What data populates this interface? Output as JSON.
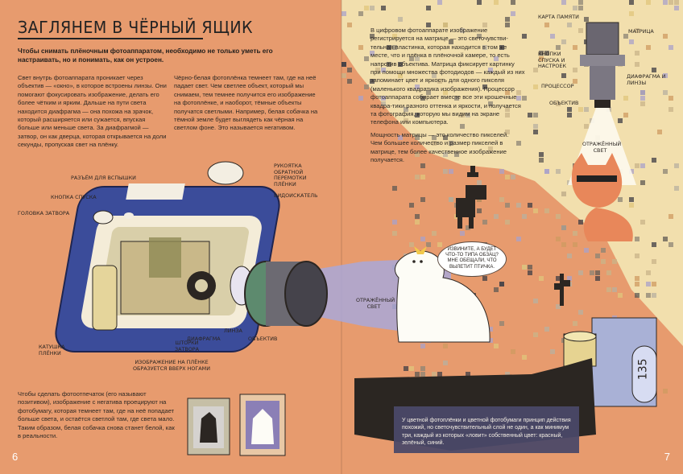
{
  "page": {
    "title": "ЗАГЛЯНЕМ В ЧЁРНЫЙ ЯЩИК",
    "lead": "Чтобы снимать плёночным фотоаппаратом, необходимо не только уметь его настраивать, но и понимать, как он устроен.",
    "col1": "Свет внутрь фотоаппарата проникает через объектив — «окно», в которое встроены линзы. Они помогают фокусировать изображение, делать его более чётким и ярким. Дальше на пути света находится диафрагма — она похожа на зрачок, который расширяется или сужается, впуская больше или меньше света. За диафрагмой — затвор, он как дверца, которая открывается на доли секунды, пропуская свет на плёнку.",
    "col2": "Чёрно-белая фотоплёнка темнеет там, где на неё падает свет. Чем светлее объект, который мы снимаем, тем темнее получится его изображение на фотоплёнке, и наоборот, тёмные объекты получатся светлыми. Например, белая собачка на тёмной земле будет выглядеть как чёрная на светлом фоне. Это называется негативом.",
    "col_right": "В цифровом фотоаппарате изображение регистрируется на матрице — это светочувстви-тельная пластинка, которая находится в том же месте, что и плёнка в плёночной камере, то есть напротив объектива. Матрица фиксирует картинку при помощи множества фотодиодов — каждый из них запоминает цвет и яркость для одного пикселя (маленького квадратика изображения). Процессор фотоаппарата собирает вместе все эти крошечные квадра-тики разного оттенка и яркости, и получается та фотография, которую мы видим на экране телефона или компьютера.",
    "col_right2": "Мощность матрицы — это количество пикселей. Чем большее количество и размер пикселей в матрице, тем более качественное изображение получается.",
    "print_note": "Чтобы сделать фотоотпечаток (его называют позитивом), изображение с негатива проецируют на фотобумагу, которая темнеет там, где на неё попадает больше света, и остаётся светлой там, где света мало. Таким образом, белая собачка снова станет белой, как в реальности.",
    "color_note": "У цветной фотоплёнки и цветной фотобумаги принцип действия похожий, но светочувствительный слой не один, а как минимум три, каждый из которых «ловит» собственный цвет: красный, зелёный, синий.",
    "bubble": "ИЗВИНИТЕ, А БУДЕТ ЧТО-ТО ТИПА ОБЗАЦ? МНЕ ОБЕЩАЛИ, ЧТО ВЫЛЕТИТ ПТИЧКА.",
    "page_left": "6",
    "page_right": "7",
    "film_number": "135"
  },
  "labels": {
    "flash": "РАЗЪЁМ ДЛЯ ВСПЫШКИ",
    "shutter_button": "КНОПКА СПУСКА",
    "shutter_head": "ГОЛОВКА ЗАТВОРА",
    "rewind": "РУКОЯТКА ОБРАТНОЙ ПЕРЕМОТКИ ПЛЁНКИ",
    "viewfinder": "ВИДОИСКАТЕЛЬ",
    "film_spool": "КАТУШКА ПЛЁНКИ",
    "upside_down": "ИЗОБРАЖЕНИЕ НА ПЛЁНКЕ ОБРАЗУЕТСЯ ВВЕРХ НОГАМИ",
    "shutter_curtains": "ШТОРКИ ЗАТВОРА",
    "diaphragm": "ДИАФРАГМА",
    "lens": "ЛИНЗА",
    "objective": "ОБЪЕКТИВ",
    "reflected_light": "ОТРАЖЁННЫЙ СВЕТ",
    "reflected_light_right": "ОТРАЖЁННЫЙ СВЕТ",
    "memory_card": "КАРТА ПАМЯТИ",
    "matrix": "МАТРИЦА",
    "buttons": "КНОПКИ СПУСКА И НАСТРОЕК",
    "processor": "ПРОЦЕССОР",
    "objective_right": "ОБЪЕКТИВ",
    "diaphragm_lenses": "ДИАФРАГМА И ЛИНЗЫ"
  },
  "colors": {
    "background": "#e79b6e",
    "camera_blue": "#3b4c9a",
    "camera_cream": "#f4ecd8",
    "light_beam": "#a9a8d8",
    "pixel_bg": "#f1ddaa",
    "dark_panel": "#4a4868"
  }
}
